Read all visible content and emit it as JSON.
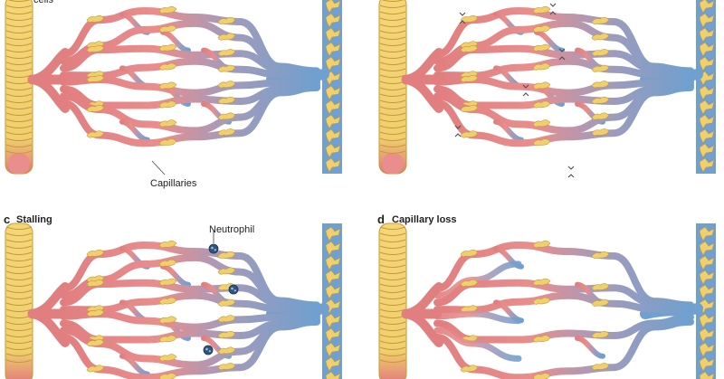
{
  "figure": {
    "top_fragment": "cells",
    "labels": {
      "capillaries": "Capillaries",
      "neutrophil": "Neutrophil"
    },
    "panels": [
      {
        "id": "a",
        "letter": "",
        "title": "",
        "state": "normal"
      },
      {
        "id": "b",
        "letter": "",
        "title": "",
        "state": "constriction"
      },
      {
        "id": "c",
        "letter": "c",
        "title": "Stalling",
        "state": "stalling"
      },
      {
        "id": "d",
        "letter": "d",
        "title": "Capillary loss",
        "state": "loss"
      }
    ]
  },
  "colors": {
    "artery": "#e98d8d",
    "arteriole": "#e17f80",
    "vein": "#6fa0cf",
    "venule_dark": "#3f74ad",
    "mural_cell": "#f0cf6f",
    "mural_outline": "#c79a2e",
    "neutrophil": "#2f5680",
    "constriction_marker": "#4a4a55"
  }
}
